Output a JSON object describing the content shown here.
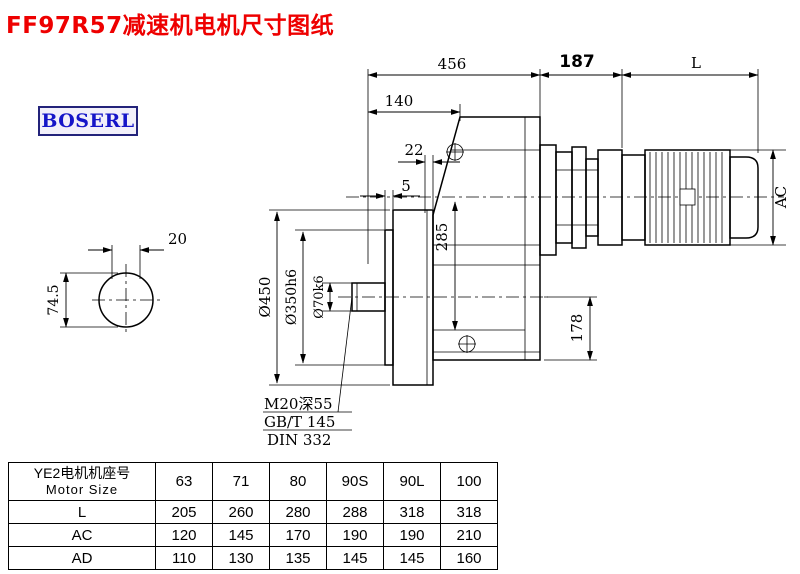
{
  "page": {
    "title": "FF97R57减速机电机尺寸图纸",
    "logo": "BOSERL"
  },
  "drawing": {
    "d456": "456",
    "d187": "187",
    "dL": "L",
    "d140": "140",
    "d22": "22",
    "d5": "5",
    "d285": "285",
    "d178": "178",
    "dAC": "AC",
    "dia450": "Ø450",
    "dia350": "Ø350h6",
    "dia70": "Ø70k6",
    "d745": "74.5",
    "d20": "20",
    "note_m20": "M20深55",
    "note_gb": "GB/T 145",
    "note_din": "DIN 332"
  },
  "table": {
    "header": {
      "label_cn": "YE2电机机座号",
      "label_en": "Motor Size",
      "sizes": [
        "63",
        "71",
        "80",
        "90S",
        "90L",
        "100"
      ]
    },
    "rows": [
      {
        "label": "L",
        "values": [
          "205",
          "260",
          "280",
          "288",
          "318",
          "318"
        ]
      },
      {
        "label": "AC",
        "values": [
          "120",
          "145",
          "170",
          "190",
          "190",
          "210"
        ]
      },
      {
        "label": "AD",
        "values": [
          "110",
          "130",
          "135",
          "145",
          "145",
          "160"
        ]
      }
    ]
  }
}
